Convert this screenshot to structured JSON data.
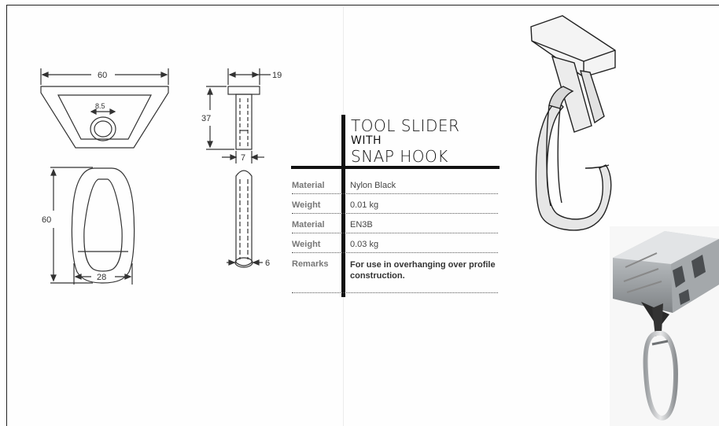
{
  "drawing": {
    "dim_top_width": "60",
    "dim_hole": "8.5",
    "dim_loop_height": "60",
    "dim_loop_width": "28",
    "dim_side_cap": "19",
    "dim_side_height": "37",
    "dim_side_stem": "7",
    "dim_side_rod": "6"
  },
  "title": {
    "line1": "TOOL SLIDER",
    "line2": "WITH",
    "line3": "SNAP HOOK"
  },
  "specs": [
    {
      "label": "Material",
      "value": "Nylon Black"
    },
    {
      "label": "Weight",
      "value": "0.01 kg"
    },
    {
      "label": "Material",
      "value": "EN3B"
    },
    {
      "label": "Weight",
      "value": "0.03 kg"
    },
    {
      "label": "Remarks",
      "value": "For use in overhanging over profile construction."
    }
  ],
  "colors": {
    "ink": "#111111",
    "line": "#333333",
    "aluminium": "#b9bcbe"
  }
}
